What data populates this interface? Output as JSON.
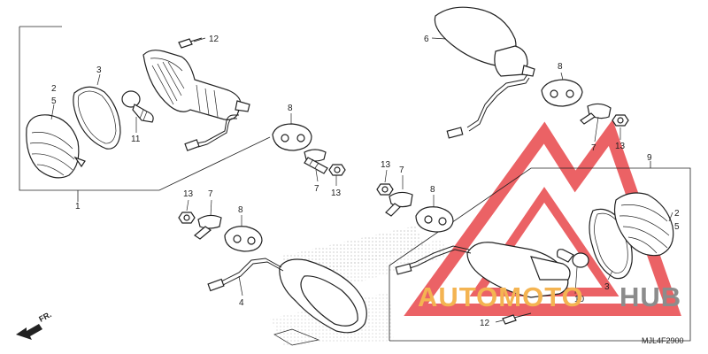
{
  "labels": {
    "n1": "1",
    "n2a": "2",
    "n5a": "5",
    "n3a": "3",
    "n11": "11",
    "n12a": "12",
    "n8a": "8",
    "n7a": "7",
    "n13a": "13",
    "n6": "6",
    "n8b": "8",
    "n7b": "7",
    "n13b": "13",
    "n13c": "13",
    "n7c": "7",
    "n8c": "8",
    "n4": "4",
    "n13d": "13",
    "n7d": "7",
    "n8d": "8",
    "n9": "9",
    "n2b": "2",
    "n5b": "5",
    "n3b": "3",
    "n10": "10",
    "n12b": "12"
  },
  "code": "MJL4F2900",
  "front_marker": "FR.",
  "watermark": {
    "word1": "AUTOMOTO",
    "word2": "HUB",
    "colors": {
      "triangle": "#e8474b",
      "auto": "#f4b452",
      "hub": "#8c8c8c"
    }
  }
}
